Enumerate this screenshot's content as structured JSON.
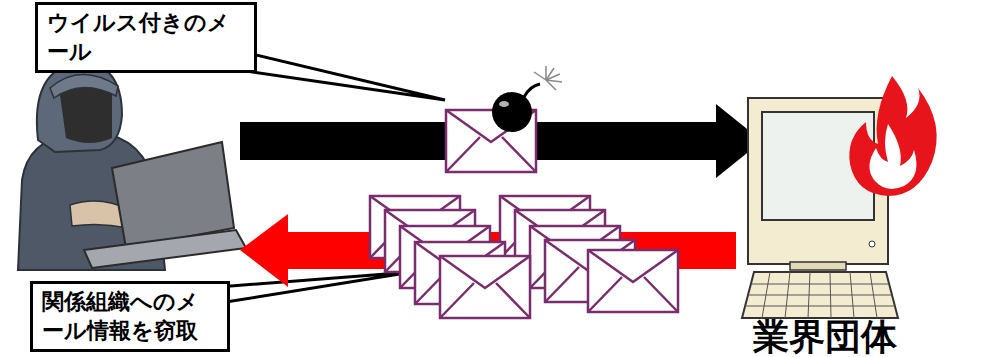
{
  "diagram": {
    "nodes": [
      {
        "text": [
          "ウイルス付きのメール"
        ]
      },
      {
        "text": [
          "関係組織へのメール情報を窃取"
        ]
      }
    ],
    "labels": [
      "業界団体"
    ]
  }
}
